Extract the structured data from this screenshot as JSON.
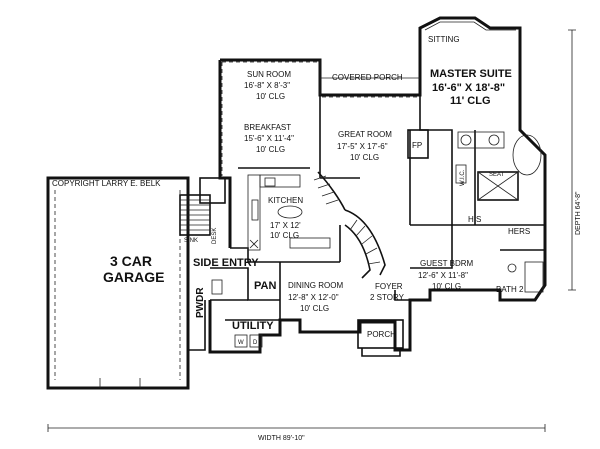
{
  "plan": {
    "copyright": "COPYRIGHT LARRY E. BELK",
    "width_dim": "WIDTH 89'-10\"",
    "depth_dim": "DEPTH 64'-8\"",
    "rooms": {
      "sitting": "SITTING",
      "sun_room": {
        "name": "SUN ROOM",
        "size": "16'-8\" X 8'-3\"",
        "clg": "10' CLG"
      },
      "covered_porch": "COVERED PORCH",
      "master_suite": {
        "name": "MASTER SUITE",
        "size": "16'-6\" X 18'-8\"",
        "clg": "11' CLG"
      },
      "breakfast": {
        "name": "BREAKFAST",
        "size": "15'-6\" X 11'-4\"",
        "clg": "10' CLG"
      },
      "great_room": {
        "name": "GREAT ROOM",
        "size": "17'-5\" X 17'-6\"",
        "clg": "10' CLG"
      },
      "fp": "FP",
      "kitchen": {
        "name": "KITCHEN",
        "size": "17' X 12'",
        "clg": "10' CLG"
      },
      "garage": {
        "line1": "3 CAR",
        "line2": "GARAGE"
      },
      "side_entry": "SIDE ENTRY",
      "pan": "PAN",
      "dining_room": {
        "name": "DINING ROOM",
        "size": "12'-8\" X 12'-0\"",
        "clg": "10' CLG"
      },
      "foyer": {
        "name": "FOYER",
        "sub": "2 STORY"
      },
      "guest_bdrm": {
        "name": "GUEST BDRM",
        "size": "12'-6\" X 11'-8\"",
        "clg": "10' CLG"
      },
      "bath2": "BATH 2",
      "pwdr": "PWDR",
      "utility": "UTILITY",
      "porch": "PORCH",
      "his": "HIS",
      "hers": "HERS",
      "seat": "SEAT",
      "wic": "W.I.C.",
      "desk": "DESK",
      "sink": "SINK",
      "wd_w": "W",
      "wd_d": "D"
    }
  }
}
